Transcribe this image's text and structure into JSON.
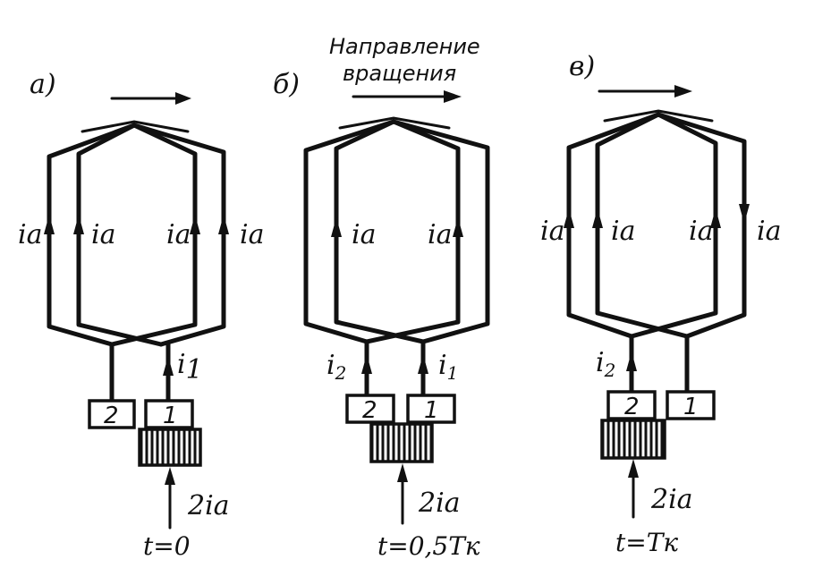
{
  "title_lines": [
    "Направление",
    "вращения"
  ],
  "panels": [
    {
      "label": "а)",
      "loop_currents": [
        "iа",
        "iа",
        "iа",
        "iа"
      ],
      "brush_currents": [
        {
          "text": "i",
          "sub": "1"
        }
      ],
      "brushes": [
        "2",
        "1"
      ],
      "input_current": "2iа",
      "time": "t=0"
    },
    {
      "label": "б)",
      "loop_currents": [
        "iа",
        "iа"
      ],
      "brush_currents": [
        {
          "text": "i",
          "sub": "2"
        },
        {
          "text": "i",
          "sub": "1"
        }
      ],
      "brushes": [
        "2",
        "1"
      ],
      "input_current": "2iа",
      "time": "t=0,5Tк"
    },
    {
      "label": "в)",
      "loop_currents": [
        "iа",
        "iа",
        "iа",
        "iа"
      ],
      "brush_currents": [
        {
          "text": "i",
          "sub": "2"
        }
      ],
      "brushes": [
        "2",
        "1"
      ],
      "input_current": "2iа",
      "time": "t=Tк"
    }
  ]
}
